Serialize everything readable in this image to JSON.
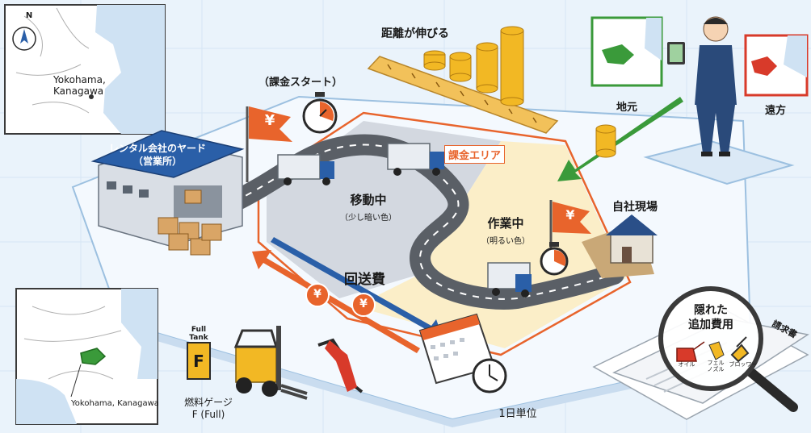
{
  "colors": {
    "orange": "#e8642c",
    "blue": "#2a5fa8",
    "green": "#3a9a3a",
    "red": "#d83a2a",
    "board": "#f4f9fe"
  },
  "maps": {
    "top_left": {
      "compass": "N",
      "place": "Yokohama,\nKanagawa"
    },
    "bottom_left": {
      "place": "Yokohama, Kanagawa"
    },
    "local_label": "地元",
    "remote_label": "遠方"
  },
  "labels": {
    "yard": "レンタル会社のヤード\n（営業所）",
    "billing_start": "（課金スタート）",
    "distance": "距離が伸びる",
    "billing_area": "課金エリア",
    "moving": "移動中",
    "moving_note": "（少し暗い色）",
    "working": "作業中",
    "working_note": "（明るい色）",
    "own_site": "自社現場",
    "return_fee": "回送費",
    "fuel_tank": "Full\nTank",
    "fuel_letter": "F",
    "fuel_gauge": "燃料ゲージ\nF (Full)",
    "day_unit": "1日単位",
    "hidden_costs": "隠れた\n追加費用",
    "oil": "オイル",
    "fuel_nozzle": "フェル\nノズル",
    "blower": "ブロッワー",
    "invoice": "請求書",
    "yen": "¥"
  },
  "icons": [
    "north-arrow-icon",
    "stopwatch-icon",
    "yen-flag-icon",
    "coin-stack-icon",
    "ruler-icon",
    "truck-icon",
    "warehouse-icon",
    "house-icon",
    "forklift-icon",
    "fuel-nozzle-icon",
    "calendar-icon",
    "clock-icon",
    "magnifier-icon",
    "oil-can-icon",
    "blower-icon",
    "businessman-icon",
    "tablet-icon"
  ]
}
